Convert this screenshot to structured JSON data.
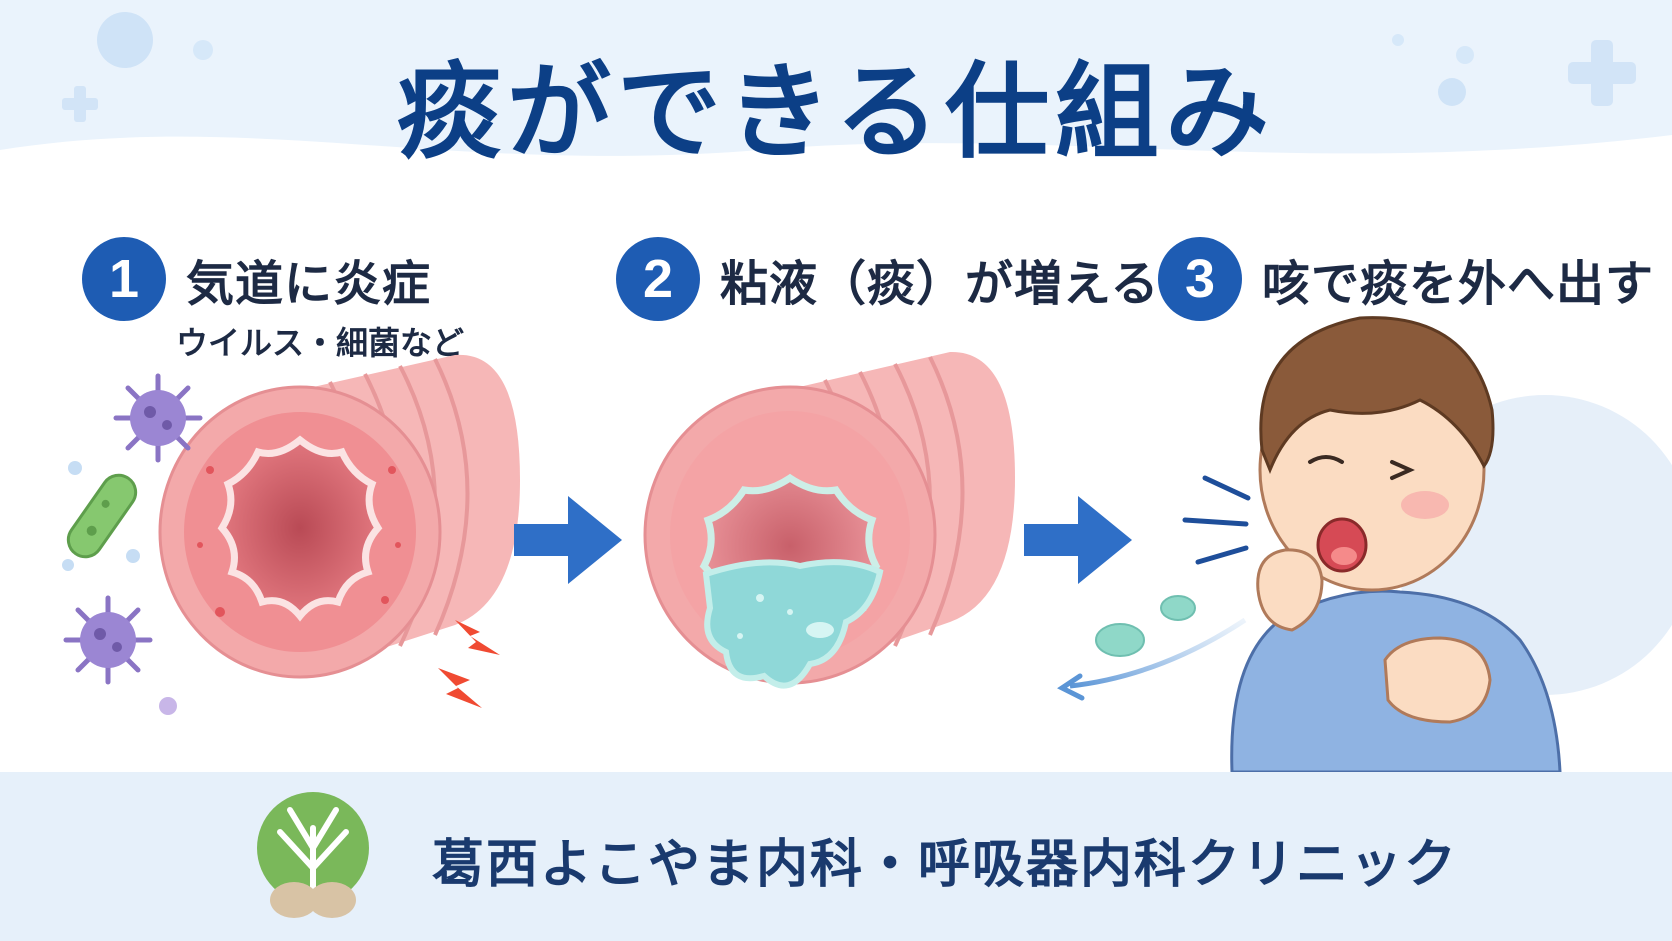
{
  "header": {
    "title": "痰ができる仕組み"
  },
  "steps": [
    {
      "number": "1",
      "label": "気道に炎症",
      "sub": "ウイルス・細菌など"
    },
    {
      "number": "2",
      "label": "粘液（痰）が増える"
    },
    {
      "number": "3",
      "label": "咳で痰を外へ出す"
    }
  ],
  "footer": {
    "clinic_name": "葛西よこやま内科・呼吸器内科クリニック"
  },
  "colors": {
    "title": "#0c3f86",
    "badge": "#1e5cb3",
    "arrow": "#2f6fc7",
    "airway": "#f2a7a7",
    "mucus": "#8fd8d8",
    "virus": "#8a74c4",
    "bacteria": "#7dc06a"
  }
}
